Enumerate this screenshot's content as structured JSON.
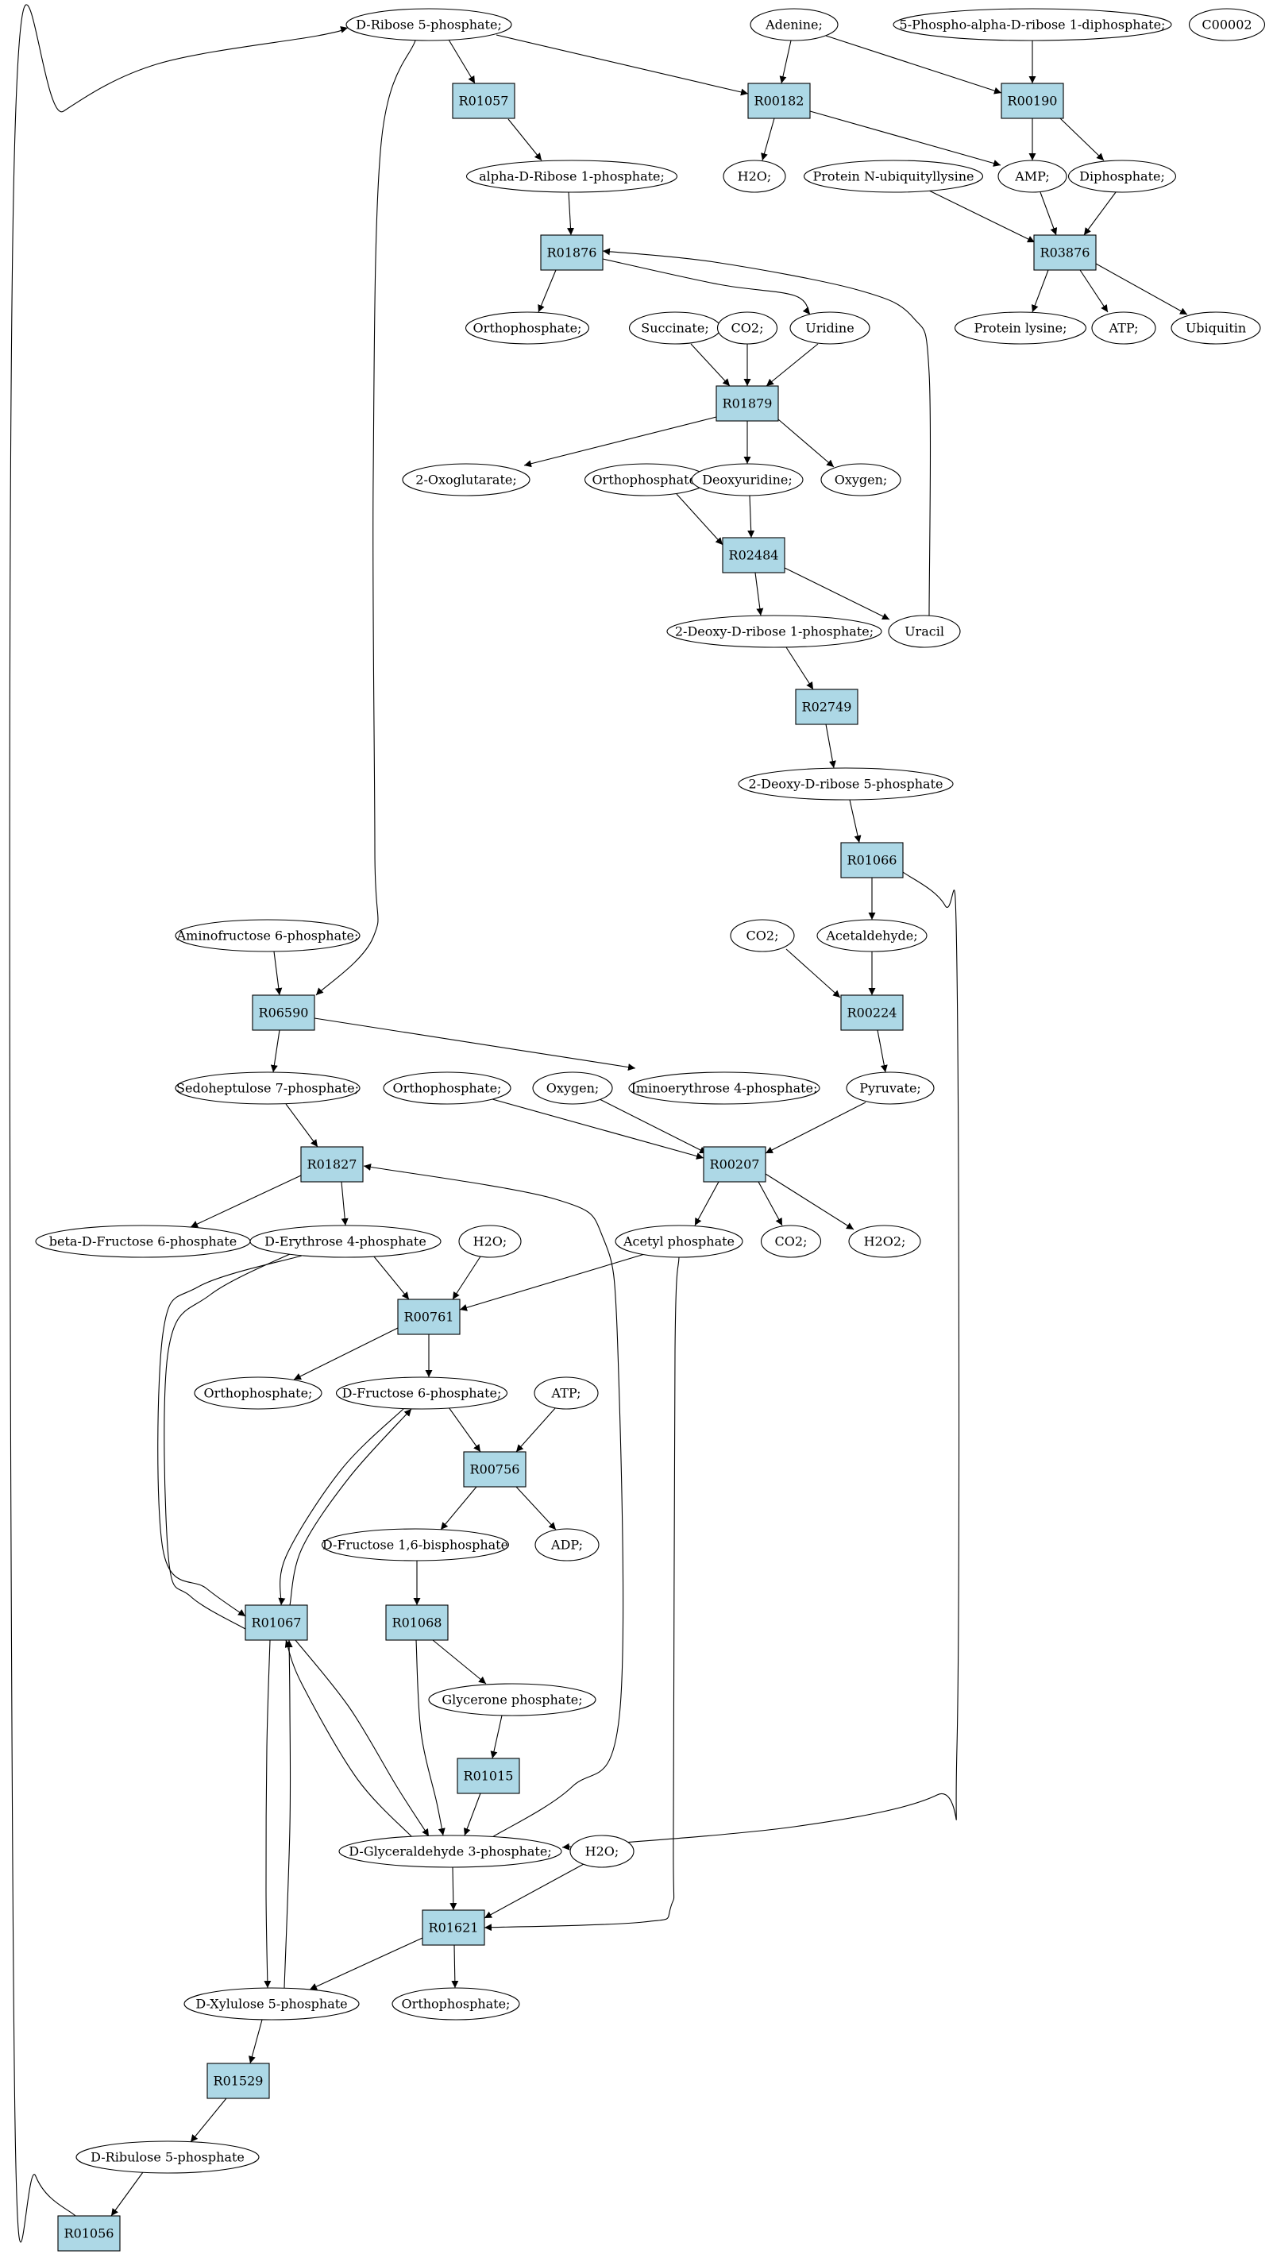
{
  "colors": {
    "reaction_fill": "#add8e6",
    "compound_fill": "#ffffff",
    "source_fill": "#00ff00",
    "orphan_fill": "#ffff00",
    "line": "#000000"
  },
  "nodes": [
    {
      "id": "c_rib5p",
      "kind": "compound",
      "label": "D-Ribose 5-phosphate;",
      "fill": "#00ff00"
    },
    {
      "id": "c_adenine",
      "kind": "compound",
      "label": "Adenine;"
    },
    {
      "id": "c_prpp",
      "kind": "compound",
      "label": "5-Phospho-alpha-D-ribose 1-diphosphate;"
    },
    {
      "id": "c_c00002",
      "kind": "compound",
      "label": "C00002",
      "fill": "#ffff00"
    },
    {
      "id": "r_R01057",
      "kind": "reaction",
      "label": "R01057"
    },
    {
      "id": "r_R00182",
      "kind": "reaction",
      "label": "R00182"
    },
    {
      "id": "r_R00190",
      "kind": "reaction",
      "label": "R00190"
    },
    {
      "id": "c_h2o_a",
      "kind": "compound",
      "label": "H2O;"
    },
    {
      "id": "c_amp",
      "kind": "compound",
      "label": "AMP;"
    },
    {
      "id": "c_diphos",
      "kind": "compound",
      "label": "Diphosphate;"
    },
    {
      "id": "c_prot_ub",
      "kind": "compound",
      "label": "Protein N-ubiquityllysine"
    },
    {
      "id": "c_arib1p",
      "kind": "compound",
      "label": "alpha-D-Ribose 1-phosphate;"
    },
    {
      "id": "r_R03876",
      "kind": "reaction",
      "label": "R03876"
    },
    {
      "id": "r_R01876",
      "kind": "reaction",
      "label": "R01876"
    },
    {
      "id": "c_protlys",
      "kind": "compound",
      "label": "Protein lysine;"
    },
    {
      "id": "c_atp_a",
      "kind": "compound",
      "label": "ATP;"
    },
    {
      "id": "c_ubiquitin",
      "kind": "compound",
      "label": "Ubiquitin"
    },
    {
      "id": "c_orthophos_a",
      "kind": "compound",
      "label": "Orthophosphate;"
    },
    {
      "id": "c_succinate",
      "kind": "compound",
      "label": "Succinate;"
    },
    {
      "id": "c_co2_a",
      "kind": "compound",
      "label": "CO2;"
    },
    {
      "id": "c_uridine",
      "kind": "compound",
      "label": "Uridine"
    },
    {
      "id": "r_R01879",
      "kind": "reaction",
      "label": "R01879"
    },
    {
      "id": "c_oxoglut",
      "kind": "compound",
      "label": "2-Oxoglutarate;"
    },
    {
      "id": "c_orthophos_b",
      "kind": "compound",
      "label": "Orthophosphate;"
    },
    {
      "id": "c_deoxyuridine",
      "kind": "compound",
      "label": "Deoxyuridine;"
    },
    {
      "id": "c_oxygen_a",
      "kind": "compound",
      "label": "Oxygen;"
    },
    {
      "id": "r_R02484",
      "kind": "reaction",
      "label": "R02484"
    },
    {
      "id": "c_dr1p",
      "kind": "compound",
      "label": "2-Deoxy-D-ribose 1-phosphate;"
    },
    {
      "id": "c_uracil",
      "kind": "compound",
      "label": "Uracil"
    },
    {
      "id": "r_R02749",
      "kind": "reaction",
      "label": "R02749"
    },
    {
      "id": "c_dr5p",
      "kind": "compound",
      "label": "2-Deoxy-D-ribose 5-phosphate"
    },
    {
      "id": "r_R01066",
      "kind": "reaction",
      "label": "R01066"
    },
    {
      "id": "c_aminofruc",
      "kind": "compound",
      "label": "Aminofructose 6-phosphate;"
    },
    {
      "id": "c_co2_b",
      "kind": "compound",
      "label": "CO2;"
    },
    {
      "id": "c_acetald",
      "kind": "compound",
      "label": "Acetaldehyde;"
    },
    {
      "id": "r_R06590",
      "kind": "reaction",
      "label": "R06590"
    },
    {
      "id": "r_R00224",
      "kind": "reaction",
      "label": "R00224"
    },
    {
      "id": "c_sed7p",
      "kind": "compound",
      "label": "Sedoheptulose 7-phosphate;"
    },
    {
      "id": "c_orthophos_c",
      "kind": "compound",
      "label": "Orthophosphate;"
    },
    {
      "id": "c_oxygen_b",
      "kind": "compound",
      "label": "Oxygen;"
    },
    {
      "id": "c_iminoery",
      "kind": "compound",
      "label": "Iminoerythrose 4-phosphate;"
    },
    {
      "id": "c_pyruvate",
      "kind": "compound",
      "label": "Pyruvate;"
    },
    {
      "id": "r_R01827",
      "kind": "reaction",
      "label": "R01827"
    },
    {
      "id": "r_R00207",
      "kind": "reaction",
      "label": "R00207"
    },
    {
      "id": "c_bfru6p",
      "kind": "compound",
      "label": "beta-D-Fructose 6-phosphate"
    },
    {
      "id": "c_ery4p",
      "kind": "compound",
      "label": "D-Erythrose 4-phosphate"
    },
    {
      "id": "c_h2o_b",
      "kind": "compound",
      "label": "H2O;"
    },
    {
      "id": "c_acetylp",
      "kind": "compound",
      "label": "Acetyl phosphate"
    },
    {
      "id": "c_co2_c",
      "kind": "compound",
      "label": "CO2;"
    },
    {
      "id": "c_h2o2",
      "kind": "compound",
      "label": "H2O2;"
    },
    {
      "id": "r_R00761",
      "kind": "reaction",
      "label": "R00761"
    },
    {
      "id": "c_orthophos_d",
      "kind": "compound",
      "label": "Orthophosphate;"
    },
    {
      "id": "c_fru6p",
      "kind": "compound",
      "label": "D-Fructose 6-phosphate;"
    },
    {
      "id": "c_atp_b",
      "kind": "compound",
      "label": "ATP;"
    },
    {
      "id": "r_R00756",
      "kind": "reaction",
      "label": "R00756"
    },
    {
      "id": "c_fbp",
      "kind": "compound",
      "label": "D-Fructose 1,6-bisphosphate"
    },
    {
      "id": "c_adp",
      "kind": "compound",
      "label": "ADP;"
    },
    {
      "id": "r_R01067",
      "kind": "reaction",
      "label": "R01067"
    },
    {
      "id": "r_R01068",
      "kind": "reaction",
      "label": "R01068"
    },
    {
      "id": "c_glycerone",
      "kind": "compound",
      "label": "Glycerone phosphate;"
    },
    {
      "id": "r_R01015",
      "kind": "reaction",
      "label": "R01015"
    },
    {
      "id": "c_g3p",
      "kind": "compound",
      "label": "D-Glyceraldehyde 3-phosphate;"
    },
    {
      "id": "c_h2o_c",
      "kind": "compound",
      "label": "H2O;"
    },
    {
      "id": "r_R01621",
      "kind": "reaction",
      "label": "R01621"
    },
    {
      "id": "c_xyl5p",
      "kind": "compound",
      "label": "D-Xylulose 5-phosphate"
    },
    {
      "id": "c_orthophos_e",
      "kind": "compound",
      "label": "Orthophosphate;"
    },
    {
      "id": "r_R01529",
      "kind": "reaction",
      "label": "R01529"
    },
    {
      "id": "c_ribu5p",
      "kind": "compound",
      "label": "D-Ribulose 5-phosphate"
    },
    {
      "id": "r_R01056",
      "kind": "reaction",
      "label": "R01056"
    }
  ],
  "edges": [
    {
      "from": "c_rib5p",
      "to": "r_R01057"
    },
    {
      "from": "c_rib5p",
      "to": "r_R00182"
    },
    {
      "from": "c_rib5p",
      "to": "r_R06590"
    },
    {
      "from": "r_R01057",
      "to": "c_arib1p"
    },
    {
      "from": "c_adenine",
      "to": "r_R00182"
    },
    {
      "from": "c_adenine",
      "to": "r_R00190"
    },
    {
      "from": "c_prpp",
      "to": "r_R00190"
    },
    {
      "from": "r_R00182",
      "to": "c_h2o_a"
    },
    {
      "from": "r_R00182",
      "to": "c_amp"
    },
    {
      "from": "r_R00190",
      "to": "c_amp"
    },
    {
      "from": "r_R00190",
      "to": "c_diphos"
    },
    {
      "from": "c_amp",
      "to": "r_R03876"
    },
    {
      "from": "c_diphos",
      "to": "r_R03876"
    },
    {
      "from": "c_prot_ub",
      "to": "r_R03876"
    },
    {
      "from": "r_R03876",
      "to": "c_protlys"
    },
    {
      "from": "r_R03876",
      "to": "c_atp_a"
    },
    {
      "from": "r_R03876",
      "to": "c_ubiquitin"
    },
    {
      "from": "c_arib1p",
      "to": "r_R01876"
    },
    {
      "from": "r_R01876",
      "to": "c_orthophos_a"
    },
    {
      "from": "r_R01876",
      "to": "c_uridine"
    },
    {
      "from": "c_uracil",
      "to": "r_R01876"
    },
    {
      "from": "c_succinate",
      "to": "r_R01879"
    },
    {
      "from": "c_co2_a",
      "to": "r_R01879"
    },
    {
      "from": "c_uridine",
      "to": "r_R01879"
    },
    {
      "from": "r_R01879",
      "to": "c_oxoglut"
    },
    {
      "from": "r_R01879",
      "to": "c_deoxyuridine"
    },
    {
      "from": "r_R01879",
      "to": "c_oxygen_a"
    },
    {
      "from": "c_orthophos_b",
      "to": "r_R02484"
    },
    {
      "from": "c_deoxyuridine",
      "to": "r_R02484"
    },
    {
      "from": "r_R02484",
      "to": "c_dr1p"
    },
    {
      "from": "r_R02484",
      "to": "c_uracil"
    },
    {
      "from": "c_dr1p",
      "to": "r_R02749"
    },
    {
      "from": "r_R02749",
      "to": "c_dr5p"
    },
    {
      "from": "c_dr5p",
      "to": "r_R01066"
    },
    {
      "from": "r_R01066",
      "to": "c_acetald"
    },
    {
      "from": "r_R01066",
      "to": "c_g3p"
    },
    {
      "from": "c_aminofruc",
      "to": "r_R06590"
    },
    {
      "from": "r_R06590",
      "to": "c_sed7p"
    },
    {
      "from": "r_R06590",
      "to": "c_iminoery"
    },
    {
      "from": "c_co2_b",
      "to": "r_R00224"
    },
    {
      "from": "c_acetald",
      "to": "r_R00224"
    },
    {
      "from": "r_R00224",
      "to": "c_pyruvate"
    },
    {
      "from": "c_sed7p",
      "to": "r_R01827"
    },
    {
      "from": "r_R01827",
      "to": "c_bfru6p"
    },
    {
      "from": "r_R01827",
      "to": "c_ery4p"
    },
    {
      "from": "c_g3p",
      "to": "r_R01827"
    },
    {
      "from": "c_orthophos_c",
      "to": "r_R00207"
    },
    {
      "from": "c_oxygen_b",
      "to": "r_R00207"
    },
    {
      "from": "c_pyruvate",
      "to": "r_R00207"
    },
    {
      "from": "r_R00207",
      "to": "c_acetylp"
    },
    {
      "from": "r_R00207",
      "to": "c_co2_c"
    },
    {
      "from": "r_R00207",
      "to": "c_h2o2"
    },
    {
      "from": "c_ery4p",
      "to": "r_R00761"
    },
    {
      "from": "c_h2o_b",
      "to": "r_R00761"
    },
    {
      "from": "c_acetylp",
      "to": "r_R00761"
    },
    {
      "from": "c_acetylp",
      "to": "r_R01621"
    },
    {
      "from": "r_R00761",
      "to": "c_orthophos_d"
    },
    {
      "from": "r_R00761",
      "to": "c_fru6p"
    },
    {
      "from": "c_fru6p",
      "to": "r_R00756"
    },
    {
      "from": "c_atp_b",
      "to": "r_R00756"
    },
    {
      "from": "r_R00756",
      "to": "c_fbp"
    },
    {
      "from": "r_R00756",
      "to": "c_adp"
    },
    {
      "from": "c_ery4p",
      "to": "r_R01067"
    },
    {
      "from": "r_R01067",
      "to": "c_ery4p"
    },
    {
      "from": "c_fru6p",
      "to": "r_R01067"
    },
    {
      "from": "r_R01067",
      "to": "c_fru6p"
    },
    {
      "from": "c_g3p",
      "to": "r_R01067"
    },
    {
      "from": "r_R01067",
      "to": "c_g3p"
    },
    {
      "from": "c_xyl5p",
      "to": "r_R01067"
    },
    {
      "from": "r_R01067",
      "to": "c_xyl5p"
    },
    {
      "from": "c_fbp",
      "to": "r_R01068"
    },
    {
      "from": "r_R01068",
      "to": "c_glycerone"
    },
    {
      "from": "r_R01068",
      "to": "c_g3p"
    },
    {
      "from": "c_glycerone",
      "to": "r_R01015"
    },
    {
      "from": "r_R01015",
      "to": "c_g3p"
    },
    {
      "from": "c_g3p",
      "to": "r_R01621"
    },
    {
      "from": "c_h2o_c",
      "to": "r_R01621"
    },
    {
      "from": "r_R01621",
      "to": "c_xyl5p"
    },
    {
      "from": "r_R01621",
      "to": "c_orthophos_e"
    },
    {
      "from": "c_xyl5p",
      "to": "r_R01529"
    },
    {
      "from": "r_R01529",
      "to": "c_ribu5p"
    },
    {
      "from": "c_ribu5p",
      "to": "r_R01056"
    },
    {
      "from": "r_R01056",
      "to": "c_rib5p"
    }
  ]
}
